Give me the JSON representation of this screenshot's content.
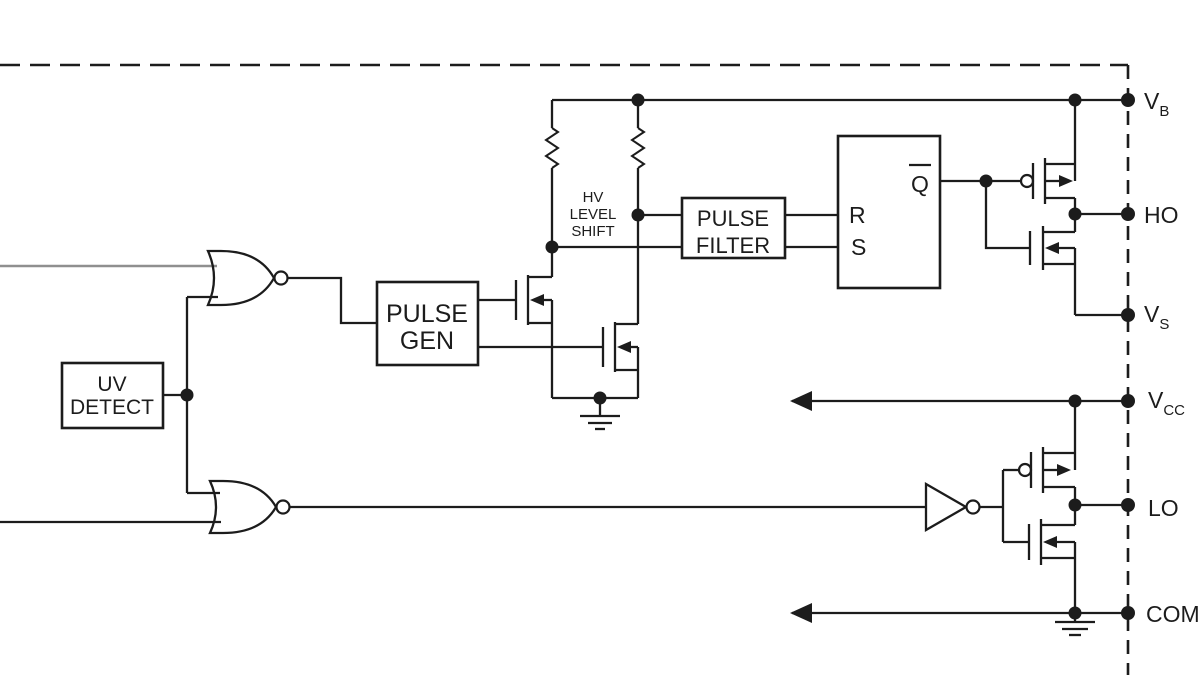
{
  "diagram": {
    "type": "circuit-block-diagram",
    "description": "High/low side gate driver IC internal block diagram",
    "colors": {
      "line": "#1c1c1c",
      "gray_input": "#8f8f8f",
      "background": "#ffffff"
    },
    "blocks": {
      "uv_detect": {
        "line1": "UV",
        "line2": "DETECT"
      },
      "pulse_gen": {
        "line1": "PULSE",
        "line2": "GEN"
      },
      "hv_level_shift": {
        "line1": "HV",
        "line2": "LEVEL",
        "line3": "SHIFT"
      },
      "pulse_filter": {
        "line1": "PULSE",
        "line2": "FILTER"
      },
      "sr_latch": {
        "r": "R",
        "s": "S",
        "q_bar": "Q"
      }
    },
    "pins": {
      "vb": {
        "label": "V",
        "sub": "B"
      },
      "ho": {
        "label": "HO",
        "sub": ""
      },
      "vs": {
        "label": "V",
        "sub": "S"
      },
      "vcc": {
        "label": "V",
        "sub": "CC"
      },
      "lo": {
        "label": "LO",
        "sub": ""
      },
      "com": {
        "label": "COM",
        "sub": ""
      }
    }
  }
}
